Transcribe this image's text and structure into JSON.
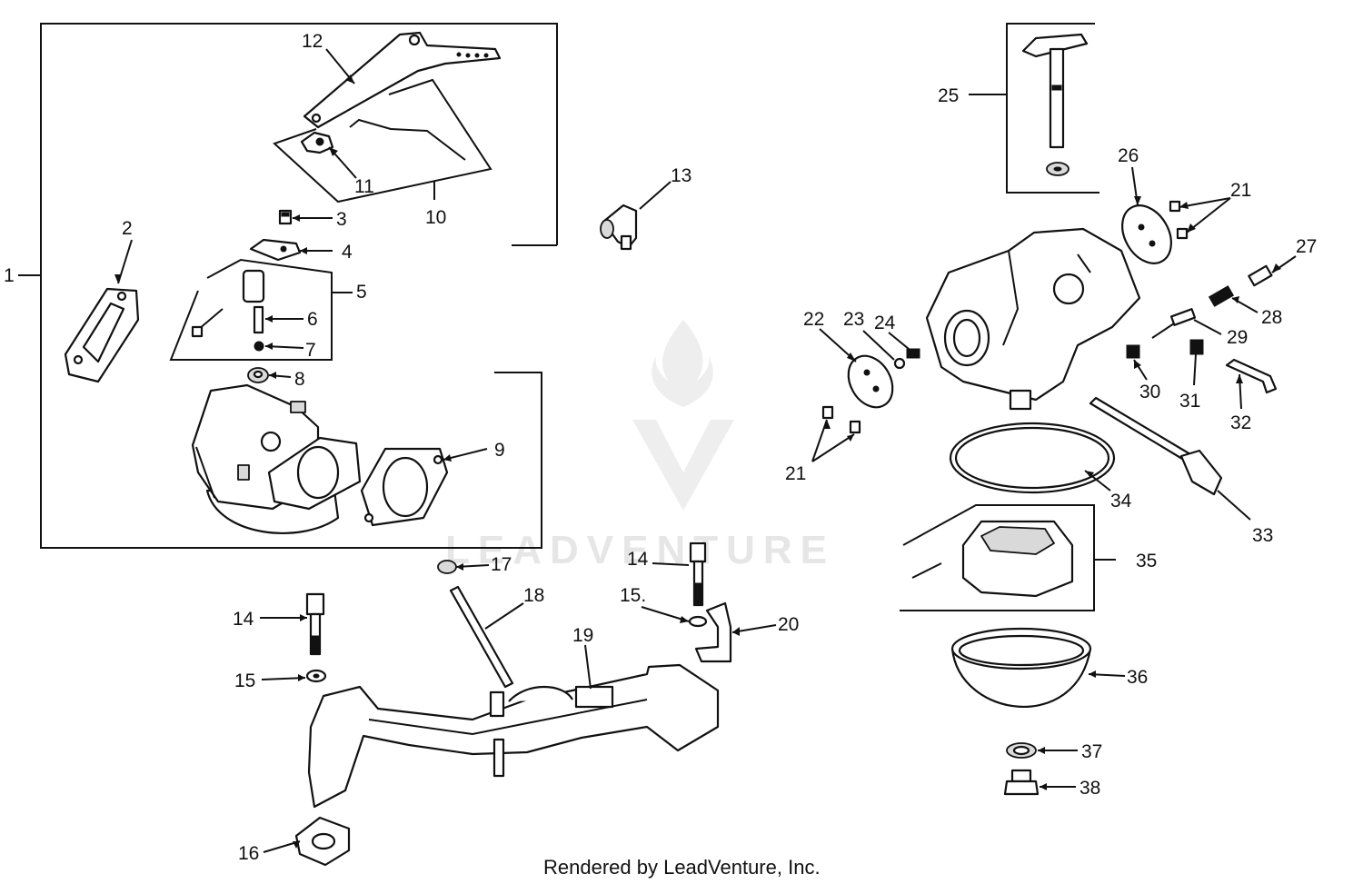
{
  "watermark": {
    "text": "LEADVENTURE"
  },
  "credit": "Rendered by LeadVenture, Inc.",
  "callouts": [
    {
      "id": "c1",
      "text": "1"
    },
    {
      "id": "c2",
      "text": "2"
    },
    {
      "id": "c3",
      "text": "3"
    },
    {
      "id": "c4",
      "text": "4"
    },
    {
      "id": "c5",
      "text": "5"
    },
    {
      "id": "c6",
      "text": "6"
    },
    {
      "id": "c7",
      "text": "7"
    },
    {
      "id": "c8",
      "text": "8"
    },
    {
      "id": "c9",
      "text": "9"
    },
    {
      "id": "c10",
      "text": "10"
    },
    {
      "id": "c11",
      "text": "11"
    },
    {
      "id": "c12",
      "text": "12"
    },
    {
      "id": "c13",
      "text": "13"
    },
    {
      "id": "c14a",
      "text": "14"
    },
    {
      "id": "c14b",
      "text": "14"
    },
    {
      "id": "c15a",
      "text": "15"
    },
    {
      "id": "c15b",
      "text": "15."
    },
    {
      "id": "c16",
      "text": "16"
    },
    {
      "id": "c17",
      "text": "17"
    },
    {
      "id": "c18",
      "text": "18"
    },
    {
      "id": "c19",
      "text": "19"
    },
    {
      "id": "c20",
      "text": "20"
    },
    {
      "id": "c21a",
      "text": "21"
    },
    {
      "id": "c21b",
      "text": "21"
    },
    {
      "id": "c22",
      "text": "22"
    },
    {
      "id": "c23",
      "text": "23"
    },
    {
      "id": "c24",
      "text": "24"
    },
    {
      "id": "c25",
      "text": "25"
    },
    {
      "id": "c26",
      "text": "26"
    },
    {
      "id": "c27",
      "text": "27"
    },
    {
      "id": "c28",
      "text": "28"
    },
    {
      "id": "c29",
      "text": "29"
    },
    {
      "id": "c30",
      "text": "30"
    },
    {
      "id": "c31",
      "text": "31"
    },
    {
      "id": "c32",
      "text": "32"
    },
    {
      "id": "c33",
      "text": "33"
    },
    {
      "id": "c34",
      "text": "34"
    },
    {
      "id": "c35",
      "text": "35"
    },
    {
      "id": "c36",
      "text": "36"
    },
    {
      "id": "c37",
      "text": "37"
    },
    {
      "id": "c38",
      "text": "38"
    }
  ]
}
